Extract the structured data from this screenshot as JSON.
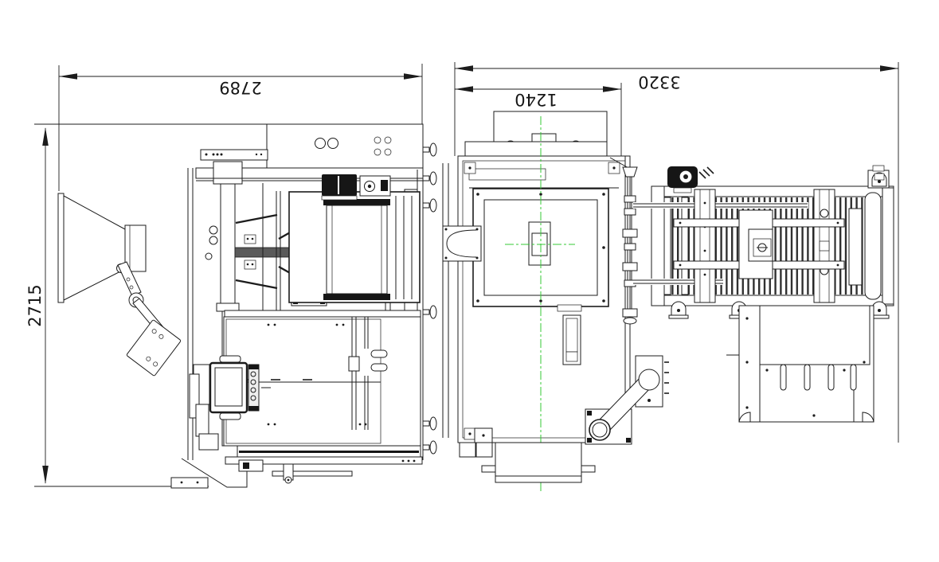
{
  "drawing": {
    "type": "cad-engineering-drawing-two-views",
    "background": "#ffffff",
    "line_color": "#1c1c1c",
    "centerline_color": "#35c935"
  },
  "views": {
    "side_view": {
      "width_mm": "2789",
      "height_mm": "2715"
    },
    "top_view": {
      "hopper_width_mm": "1240",
      "total_length_mm": "3320"
    }
  }
}
